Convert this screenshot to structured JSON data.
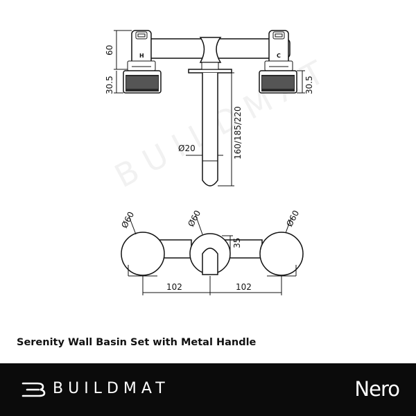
{
  "watermark": {
    "text": "BUILDMAT"
  },
  "drawing": {
    "top_view": {
      "dim_height": "60",
      "dim_depth_left": "30.5",
      "dim_depth_right": "30.5",
      "dim_spout_diameter": "Ø20",
      "dim_spout_length": "160/185/220",
      "hot_marker": "H",
      "cold_marker": "C"
    },
    "front_view": {
      "dim_left_diameter": "Ø60",
      "dim_center_diameter": "Ø60",
      "dim_right_diameter": "Ø60",
      "dim_spout_height": "35",
      "dim_spacing_left": "102",
      "dim_spacing_right": "102"
    }
  },
  "product": {
    "title": "Serenity Wall Basin Set with Metal Handle"
  },
  "footer": {
    "brand": "BUILDMAT",
    "partner_brand": "Nero",
    "colors": {
      "background": "#0b0b0b",
      "text": "#ffffff"
    }
  }
}
